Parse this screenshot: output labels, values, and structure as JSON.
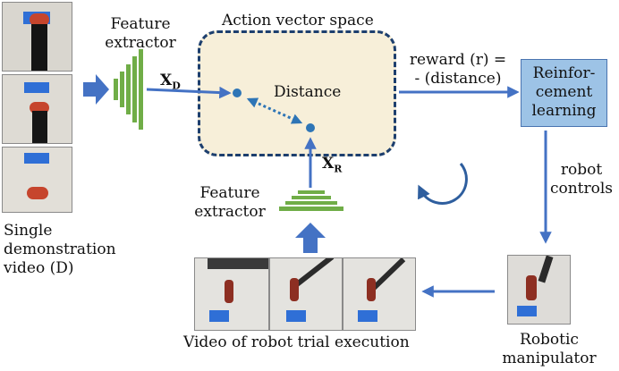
{
  "labels": {
    "feature_extractor_top": [
      "Feature",
      "extractor"
    ],
    "action_space": "Action vector space",
    "distance": "Distance",
    "reward": [
      "reward (r) =",
      "- (distance)"
    ],
    "rl": [
      "Reinfor-",
      "cement",
      "learning"
    ],
    "robot_controls": [
      "robot",
      "controls"
    ],
    "feature_extractor_bottom": [
      "Feature",
      "extractor"
    ],
    "demo_video": [
      "Single",
      "demonstration",
      "video (D)"
    ],
    "robot_trial": "Video of robot trial execution",
    "manipulator": [
      "Robotic",
      "manipulator"
    ],
    "xd_main": "X",
    "xd_sub": "D",
    "xr_main": "X",
    "xr_sub": "R"
  },
  "colors": {
    "arrow_blue": "#4472c4",
    "extractor_green": "#70ad47",
    "dot_blue": "#2e75b6",
    "cycle_blue": "#2e5e9e",
    "action_fill": "#f7efd9",
    "action_border": "#1d3f6e",
    "rl_fill": "#9dc3e6"
  },
  "icons": [
    "block-arrow-right-icon",
    "block-arrow-up-icon",
    "cycle-arrow-icon"
  ]
}
